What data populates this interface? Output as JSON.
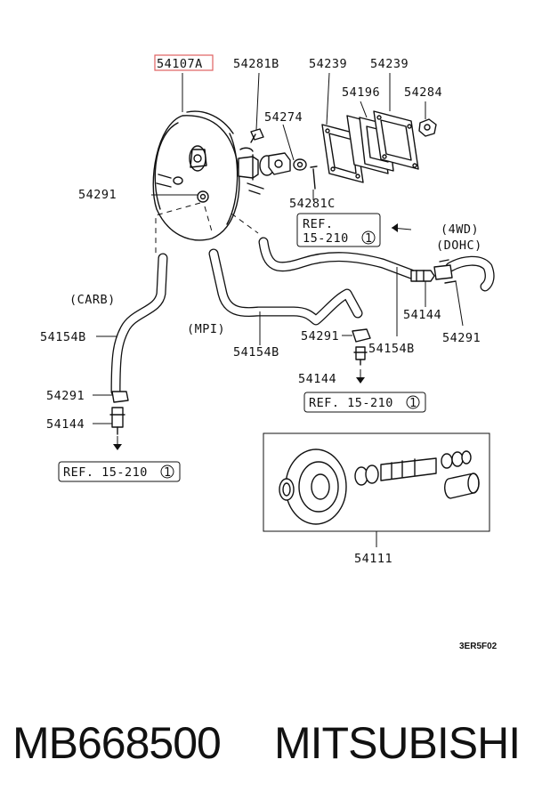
{
  "callouts": {
    "booster": "54107A",
    "bolt_top": "54281B",
    "gasket_a": "54239",
    "gasket_b": "54239",
    "spacer": "54196",
    "nut": "54284",
    "stud_nut": "54274",
    "clamp_upper": "54291",
    "pin": "54281C",
    "carb": "(CARB)",
    "mpi": "(MPI)",
    "hose_carb": "54154B",
    "hose_mpi": "54154B",
    "hose_dohc": "54154B",
    "clamp_mpi": "54291",
    "valve_mpi": "54144",
    "valve_dohc": "54144",
    "clamp_dohc": "54291",
    "clamp_carb": "54291",
    "valve_carb": "54144",
    "wd_line1": "(4WD)",
    "wd_line2": "(DOHC)",
    "kit": "54111",
    "drawing_code": "3ER5F02"
  },
  "references": {
    "ref_top_l1": "REF.",
    "ref_top_l2": "15-210",
    "ref_top_num": "1",
    "ref_mid": "REF. 15-210",
    "ref_mid_num": "1",
    "ref_left": "REF. 15-210",
    "ref_left_num": "1"
  },
  "footer": {
    "part_number": "MB668500",
    "brand": "MITSUBISHI"
  },
  "colors": {
    "highlight_box": "#e06060",
    "ink": "#111111"
  }
}
